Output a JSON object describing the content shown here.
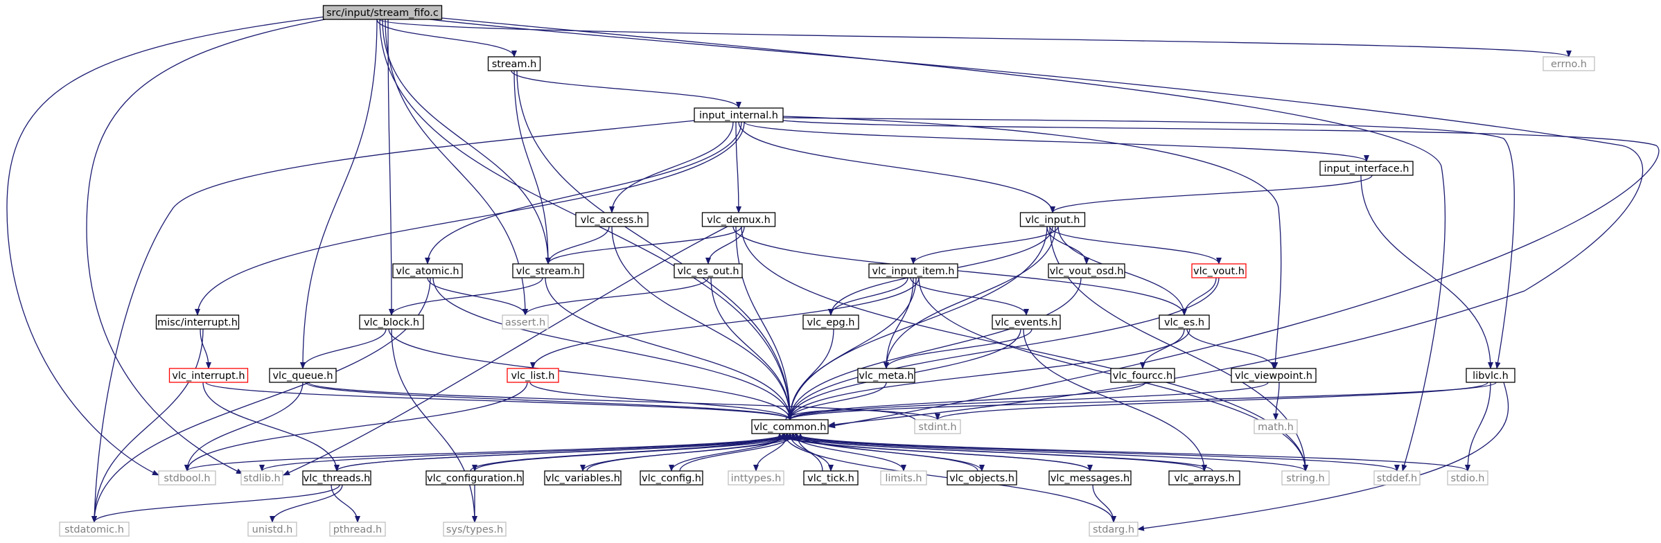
{
  "colors": {
    "root_fill": "#bfbfbf",
    "node_fill": "#ffffff",
    "node_border": "#000000",
    "external_border": "#bfbfbf",
    "external_text": "#808080",
    "highlight_border": "#ff0000",
    "edge_color": "#191970",
    "background": "#ffffff"
  },
  "nodes": [
    {
      "id": "stream_fifo_c",
      "label": "src/input/stream_fifo.c",
      "kind": "root"
    },
    {
      "id": "stream_h",
      "label": "stream.h",
      "kind": "normal"
    },
    {
      "id": "errno_h",
      "label": "errno.h",
      "kind": "external"
    },
    {
      "id": "input_internal_h",
      "label": "input_internal.h",
      "kind": "normal"
    },
    {
      "id": "input_interface_h",
      "label": "input_interface.h",
      "kind": "normal"
    },
    {
      "id": "vlc_access_h",
      "label": "vlc_access.h",
      "kind": "normal"
    },
    {
      "id": "vlc_demux_h",
      "label": "vlc_demux.h",
      "kind": "normal"
    },
    {
      "id": "vlc_input_h",
      "label": "vlc_input.h",
      "kind": "normal"
    },
    {
      "id": "vlc_atomic_h",
      "label": "vlc_atomic.h",
      "kind": "normal"
    },
    {
      "id": "vlc_stream_h",
      "label": "vlc_stream.h",
      "kind": "normal"
    },
    {
      "id": "vlc_es_out_h",
      "label": "vlc_es_out.h",
      "kind": "normal"
    },
    {
      "id": "vlc_input_item_h",
      "label": "vlc_input_item.h",
      "kind": "normal"
    },
    {
      "id": "vlc_vout_osd_h",
      "label": "vlc_vout_osd.h",
      "kind": "normal"
    },
    {
      "id": "vlc_vout_h",
      "label": "vlc_vout.h",
      "kind": "highlight"
    },
    {
      "id": "misc_interrupt_h",
      "label": "misc/interrupt.h",
      "kind": "normal"
    },
    {
      "id": "vlc_block_h",
      "label": "vlc_block.h",
      "kind": "normal"
    },
    {
      "id": "assert_h",
      "label": "assert.h",
      "kind": "external"
    },
    {
      "id": "vlc_epg_h",
      "label": "vlc_epg.h",
      "kind": "normal"
    },
    {
      "id": "vlc_events_h",
      "label": "vlc_events.h",
      "kind": "normal"
    },
    {
      "id": "vlc_es_h",
      "label": "vlc_es.h",
      "kind": "normal"
    },
    {
      "id": "vlc_interrupt_h",
      "label": "vlc_interrupt.h",
      "kind": "highlight"
    },
    {
      "id": "vlc_queue_h",
      "label": "vlc_queue.h",
      "kind": "normal"
    },
    {
      "id": "vlc_list_h",
      "label": "vlc_list.h",
      "kind": "highlight"
    },
    {
      "id": "vlc_meta_h",
      "label": "vlc_meta.h",
      "kind": "normal"
    },
    {
      "id": "vlc_fourcc_h",
      "label": "vlc_fourcc.h",
      "kind": "normal"
    },
    {
      "id": "vlc_viewpoint_h",
      "label": "vlc_viewpoint.h",
      "kind": "normal"
    },
    {
      "id": "libvlc_h",
      "label": "libvlc.h",
      "kind": "normal"
    },
    {
      "id": "vlc_common_h",
      "label": "vlc_common.h",
      "kind": "normal"
    },
    {
      "id": "stdint_h",
      "label": "stdint.h",
      "kind": "external"
    },
    {
      "id": "math_h",
      "label": "math.h",
      "kind": "external"
    },
    {
      "id": "stdbool_h",
      "label": "stdbool.h",
      "kind": "external"
    },
    {
      "id": "stdlib_h",
      "label": "stdlib.h",
      "kind": "external"
    },
    {
      "id": "vlc_threads_h",
      "label": "vlc_threads.h",
      "kind": "normal"
    },
    {
      "id": "vlc_configuration_h",
      "label": "vlc_configuration.h",
      "kind": "normal"
    },
    {
      "id": "vlc_variables_h",
      "label": "vlc_variables.h",
      "kind": "normal"
    },
    {
      "id": "vlc_config_h",
      "label": "vlc_config.h",
      "kind": "normal"
    },
    {
      "id": "inttypes_h",
      "label": "inttypes.h",
      "kind": "external"
    },
    {
      "id": "vlc_tick_h",
      "label": "vlc_tick.h",
      "kind": "normal"
    },
    {
      "id": "limits_h",
      "label": "limits.h",
      "kind": "external"
    },
    {
      "id": "vlc_objects_h",
      "label": "vlc_objects.h",
      "kind": "normal"
    },
    {
      "id": "vlc_messages_h",
      "label": "vlc_messages.h",
      "kind": "normal"
    },
    {
      "id": "vlc_arrays_h",
      "label": "vlc_arrays.h",
      "kind": "normal"
    },
    {
      "id": "string_h",
      "label": "string.h",
      "kind": "external"
    },
    {
      "id": "stddef_h",
      "label": "stddef.h",
      "kind": "external"
    },
    {
      "id": "stdio_h",
      "label": "stdio.h",
      "kind": "external"
    },
    {
      "id": "stdatomic_h",
      "label": "stdatomic.h",
      "kind": "external"
    },
    {
      "id": "unistd_h",
      "label": "unistd.h",
      "kind": "external"
    },
    {
      "id": "pthread_h",
      "label": "pthread.h",
      "kind": "external"
    },
    {
      "id": "sys_types_h",
      "label": "sys/types.h",
      "kind": "external"
    },
    {
      "id": "stdarg_h",
      "label": "stdarg.h",
      "kind": "external"
    }
  ],
  "edges": [
    [
      "stream_fifo_c",
      "stream_h"
    ],
    [
      "stream_fifo_c",
      "errno_h"
    ],
    [
      "stream_fifo_c",
      "vlc_stream_h"
    ],
    [
      "stream_fifo_c",
      "assert_h"
    ],
    [
      "stream_fifo_c",
      "vlc_block_h"
    ],
    [
      "stream_fifo_c",
      "vlc_queue_h"
    ],
    [
      "stream_fifo_c",
      "vlc_common_h"
    ],
    [
      "stream_fifo_c",
      "stdbool_h"
    ],
    [
      "stream_fifo_c",
      "stdlib_h"
    ],
    [
      "stream_fifo_c",
      "stddef_h"
    ],
    [
      "stream_fifo_c",
      "vlc_common_h"
    ],
    [
      "stream_h",
      "input_internal_h"
    ],
    [
      "stream_h",
      "vlc_stream_h"
    ],
    [
      "stream_h",
      "vlc_common_h"
    ],
    [
      "input_internal_h",
      "input_interface_h"
    ],
    [
      "input_internal_h",
      "vlc_access_h"
    ],
    [
      "input_internal_h",
      "vlc_demux_h"
    ],
    [
      "input_internal_h",
      "vlc_input_h"
    ],
    [
      "input_internal_h",
      "vlc_atomic_h"
    ],
    [
      "input_internal_h",
      "misc_interrupt_h"
    ],
    [
      "input_internal_h",
      "stdatomic_h"
    ],
    [
      "input_internal_h",
      "vlc_viewpoint_h"
    ],
    [
      "input_internal_h",
      "libvlc_h"
    ],
    [
      "input_internal_h",
      "vlc_common_h"
    ],
    [
      "input_interface_h",
      "vlc_input_h"
    ],
    [
      "input_interface_h",
      "libvlc_h"
    ],
    [
      "vlc_access_h",
      "vlc_stream_h"
    ],
    [
      "vlc_access_h",
      "vlc_common_h"
    ],
    [
      "vlc_demux_h",
      "vlc_stream_h"
    ],
    [
      "vlc_demux_h",
      "vlc_es_out_h"
    ],
    [
      "vlc_demux_h",
      "vlc_es_h"
    ],
    [
      "vlc_demux_h",
      "vlc_common_h"
    ],
    [
      "vlc_demux_h",
      "stdlib_h"
    ],
    [
      "vlc_demux_h",
      "string_h"
    ],
    [
      "vlc_input_h",
      "vlc_input_item_h"
    ],
    [
      "vlc_input_h",
      "vlc_vout_osd_h"
    ],
    [
      "vlc_input_h",
      "vlc_vout_h"
    ],
    [
      "vlc_input_h",
      "vlc_epg_h"
    ],
    [
      "vlc_input_h",
      "vlc_meta_h"
    ],
    [
      "vlc_input_h",
      "vlc_es_h"
    ],
    [
      "vlc_input_h",
      "vlc_common_h"
    ],
    [
      "vlc_input_h",
      "string_h"
    ],
    [
      "vlc_atomic_h",
      "assert_h"
    ],
    [
      "vlc_atomic_h",
      "stdatomic_h"
    ],
    [
      "vlc_atomic_h",
      "vlc_common_h"
    ],
    [
      "vlc_stream_h",
      "vlc_block_h"
    ],
    [
      "vlc_stream_h",
      "vlc_common_h"
    ],
    [
      "vlc_es_out_h",
      "assert_h"
    ],
    [
      "vlc_es_out_h",
      "vlc_common_h"
    ],
    [
      "vlc_input_item_h",
      "vlc_list_h"
    ],
    [
      "vlc_input_item_h",
      "vlc_epg_h"
    ],
    [
      "vlc_input_item_h",
      "vlc_events_h"
    ],
    [
      "vlc_input_item_h",
      "vlc_meta_h"
    ],
    [
      "vlc_input_item_h",
      "vlc_common_h"
    ],
    [
      "vlc_input_item_h",
      "string_h"
    ],
    [
      "vlc_vout_osd_h",
      "vlc_common_h"
    ],
    [
      "vlc_vout_h",
      "vlc_es_h"
    ],
    [
      "vlc_vout_h",
      "vlc_common_h"
    ],
    [
      "misc_interrupt_h",
      "vlc_interrupt_h"
    ],
    [
      "misc_interrupt_h",
      "stdatomic_h"
    ],
    [
      "vlc_block_h",
      "vlc_queue_h"
    ],
    [
      "vlc_block_h",
      "vlc_common_h"
    ],
    [
      "vlc_block_h",
      "sys_types_h"
    ],
    [
      "vlc_epg_h",
      "vlc_common_h"
    ],
    [
      "vlc_events_h",
      "vlc_meta_h"
    ],
    [
      "vlc_events_h",
      "vlc_common_h"
    ],
    [
      "vlc_events_h",
      "vlc_arrays_h"
    ],
    [
      "vlc_es_h",
      "vlc_fourcc_h"
    ],
    [
      "vlc_es_h",
      "vlc_viewpoint_h"
    ],
    [
      "vlc_es_h",
      "vlc_common_h"
    ],
    [
      "vlc_interrupt_h",
      "vlc_threads_h"
    ],
    [
      "vlc_interrupt_h",
      "vlc_common_h"
    ],
    [
      "vlc_queue_h",
      "stdbool_h"
    ],
    [
      "vlc_queue_h",
      "vlc_common_h"
    ],
    [
      "vlc_queue_h",
      "stdint_h"
    ],
    [
      "vlc_list_h",
      "stdbool_h"
    ],
    [
      "vlc_list_h",
      "vlc_common_h"
    ],
    [
      "vlc_meta_h",
      "vlc_common_h"
    ],
    [
      "vlc_fourcc_h",
      "vlc_common_h"
    ],
    [
      "vlc_viewpoint_h",
      "math_h"
    ],
    [
      "vlc_viewpoint_h",
      "vlc_common_h"
    ],
    [
      "libvlc_h",
      "stdint_h"
    ],
    [
      "libvlc_h",
      "stdio_h"
    ],
    [
      "libvlc_h",
      "stdarg_h"
    ],
    [
      "libvlc_h",
      "vlc_common_h"
    ],
    [
      "vlc_common_h",
      "stdbool_h"
    ],
    [
      "vlc_common_h",
      "stdlib_h"
    ],
    [
      "vlc_common_h",
      "vlc_threads_h"
    ],
    [
      "vlc_common_h",
      "vlc_configuration_h"
    ],
    [
      "vlc_common_h",
      "vlc_variables_h"
    ],
    [
      "vlc_common_h",
      "vlc_config_h"
    ],
    [
      "vlc_common_h",
      "inttypes_h"
    ],
    [
      "vlc_common_h",
      "vlc_tick_h"
    ],
    [
      "vlc_common_h",
      "limits_h"
    ],
    [
      "vlc_common_h",
      "vlc_objects_h"
    ],
    [
      "vlc_common_h",
      "vlc_messages_h"
    ],
    [
      "vlc_common_h",
      "vlc_arrays_h"
    ],
    [
      "vlc_common_h",
      "string_h"
    ],
    [
      "vlc_common_h",
      "stddef_h"
    ],
    [
      "vlc_common_h",
      "stdio_h"
    ],
    [
      "vlc_common_h",
      "stdarg_h"
    ],
    [
      "vlc_common_h",
      "stdint_h"
    ],
    [
      "vlc_threads_h",
      "vlc_common_h"
    ],
    [
      "vlc_threads_h",
      "stdatomic_h"
    ],
    [
      "vlc_threads_h",
      "unistd_h"
    ],
    [
      "vlc_threads_h",
      "pthread_h"
    ],
    [
      "vlc_configuration_h",
      "vlc_common_h"
    ],
    [
      "vlc_configuration_h",
      "sys_types_h"
    ],
    [
      "vlc_variables_h",
      "vlc_common_h"
    ],
    [
      "vlc_config_h",
      "vlc_common_h"
    ],
    [
      "vlc_tick_h",
      "vlc_common_h"
    ],
    [
      "vlc_objects_h",
      "vlc_common_h"
    ],
    [
      "vlc_messages_h",
      "vlc_common_h"
    ],
    [
      "vlc_messages_h",
      "stdarg_h"
    ],
    [
      "vlc_arrays_h",
      "vlc_common_h"
    ]
  ]
}
